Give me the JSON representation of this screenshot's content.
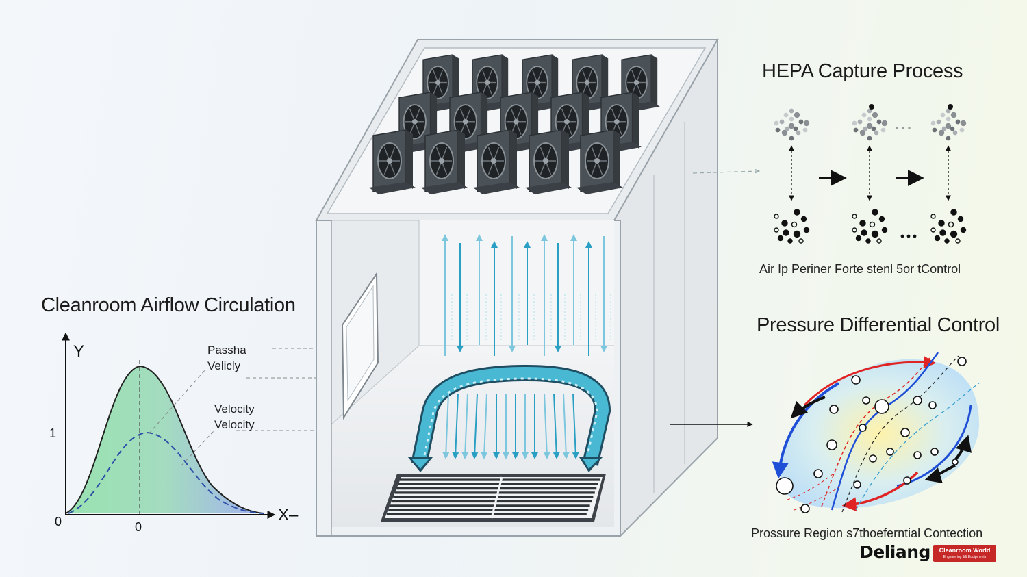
{
  "chart": {
    "title": "Cleanroom Airflow Circulation",
    "y_axis_label": "Y",
    "x_axis_label": "X–",
    "y_tick_1": "1",
    "y_tick_0": "0",
    "x_tick_0": "0",
    "label_a_line1": "Passha",
    "label_a_line2": "Velicly",
    "label_b_line1": "Velocity",
    "label_b_line2": "Velocity",
    "solid_color": "#222222",
    "dashed_color": "#2e4fa8"
  },
  "hepa": {
    "title": "HEPA Capture Process",
    "caption": "Air Ip Periner Forte stenl 5or tControl"
  },
  "pressure": {
    "title": "Pressure Differential Control",
    "caption": "Prossure Region s7thoeferntial Contection",
    "high_color": "#e02424",
    "low_color": "#1f4fd6"
  },
  "airflow": {
    "arrow_color": "#2aa6c8",
    "duct_color": "#3fb0c9"
  },
  "logo": {
    "name": "Deliang",
    "badge_main": "Cleanroom World",
    "badge_sub": "Engineering && Equipments",
    "badge_color": "#c62828"
  }
}
